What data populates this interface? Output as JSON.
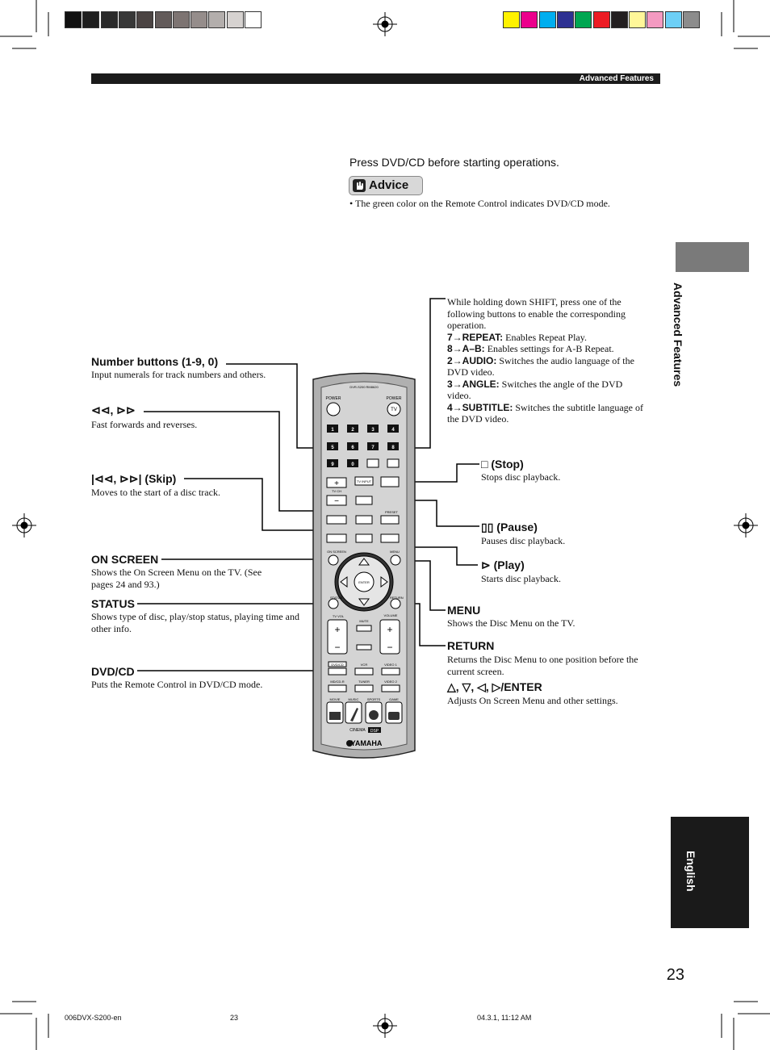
{
  "header": {
    "section": "Advanced Features"
  },
  "color_bar": {
    "grays": [
      "#111111",
      "#1e1e1e",
      "#2a2a2a",
      "#383838",
      "#4b4443",
      "#635b5a",
      "#7d7472",
      "#958d8b",
      "#b3aeac",
      "#d6d2d0",
      "#ffffff"
    ],
    "colors": [
      "#fff200",
      "#ec008c",
      "#00aeef",
      "#2e3192",
      "#00a651",
      "#ed1c24",
      "#231f20",
      "#fff799",
      "#f49ac1",
      "#6dcff6",
      "#8c8c8c"
    ]
  },
  "intro": "Press DVD/CD before starting operations.",
  "advice": {
    "label": "Advice",
    "note": "• The green color on the Remote Control indicates DVD/CD mode."
  },
  "side_tab": "Advanced Features",
  "language_tab": "English",
  "page_number": "23",
  "footer": {
    "file": "006DVX-S200-en",
    "page": "23",
    "datetime": "04.3.1, 11:12 AM"
  },
  "left_callouts": [
    {
      "title": "Number buttons (1-9, 0)",
      "text": "Input numerals for track numbers and others."
    },
    {
      "title": "⊲⊲, ⊳⊳",
      "text": "Fast forwards and reverses."
    },
    {
      "title": "|⊲⊲, ⊳⊳| (Skip)",
      "text": "Moves to the start of a disc track."
    },
    {
      "title": "ON SCREEN",
      "text": "Shows the On Screen Menu on the TV. (See pages 24 and 93.)"
    },
    {
      "title": "STATUS",
      "text": "Shows type of disc, play/stop status, playing time and other info."
    },
    {
      "title": "DVD/CD",
      "text": "Puts the Remote Control in DVD/CD mode."
    }
  ],
  "shift_note": {
    "intro": "While holding down SHIFT, press one of the following buttons to enable the corresponding operation.",
    "items": [
      {
        "key": "7→REPEAT:",
        "text": " Enables Repeat Play."
      },
      {
        "key": "8→A–B:",
        "text": " Enables settings for A-B Repeat."
      },
      {
        "key": "2→AUDIO:",
        "text": " Switches the audio language of the DVD video."
      },
      {
        "key": "3→ANGLE:",
        "text": " Switches the angle of the DVD video."
      },
      {
        "key": "4→SUBTITLE:",
        "text": " Switches the subtitle language of the DVD video."
      }
    ]
  },
  "right_callouts": [
    {
      "title": "□ (Stop)",
      "text": "Stops disc playback."
    },
    {
      "title": "▯▯ (Pause)",
      "text": "Pauses disc playback."
    },
    {
      "title": "⊳ (Play)",
      "text": "Starts disc playback."
    },
    {
      "title": "MENU",
      "text": "Shows the Disc Menu on the TV."
    },
    {
      "title": "RETURN",
      "text": "Returns the Disc Menu to one position before the current screen."
    },
    {
      "title": "△, ▽, ◁, ▷/ENTER",
      "text": "Adjusts On Screen Menu and other settings."
    }
  ],
  "remote": {
    "model": "DVR-S200 RM8620",
    "power": "POWER",
    "tv": "TV",
    "numbers": [
      "1",
      "2",
      "3",
      "4",
      "5",
      "6",
      "7",
      "8",
      "9",
      "0"
    ],
    "labels": {
      "tvinput": "TV INPUT",
      "tvch": "TV CH",
      "preset": "PRESET",
      "onscreen": "ON SCREEN",
      "menu": "MENU",
      "enter": "ENTER",
      "status": "STATUS",
      "return": "RETURN",
      "tvvol": "TV VOL",
      "volume": "VOLUME",
      "mute": "MUTE",
      "dvdcd": "DVD/CD",
      "vcr": "VCR",
      "video1": "VIDEO 1",
      "mdcdr": "MD/CD-R",
      "tuner": "TUNER",
      "video2": "VIDEO 2",
      "movie": "MOVIE",
      "music": "MUSIC",
      "sports": "SPORTS",
      "game": "GAME",
      "cinema": "CINEMA",
      "dsp": "DSP",
      "brand": "YAMAHA"
    }
  }
}
